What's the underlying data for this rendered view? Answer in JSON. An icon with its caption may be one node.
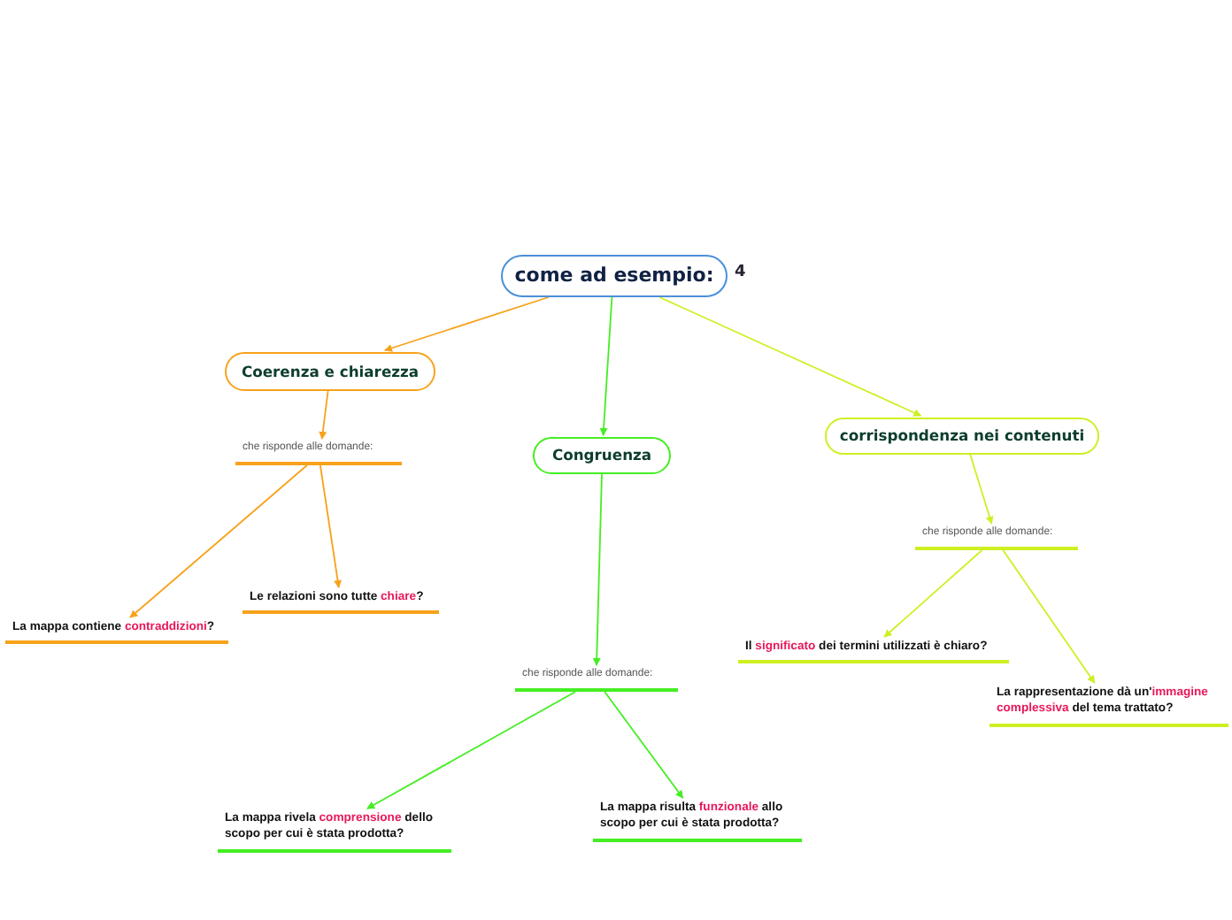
{
  "diagram": {
    "nodes": [
      {
        "text": [
          "come ad esempio:"
        ],
        "beside": [
          "4"
        ]
      },
      {
        "text": [
          "Coerenza e chiarezza"
        ]
      },
      {
        "text": [
          "che risponde alle domande:"
        ]
      },
      {
        "text": [
          "Le relazioni sono tutte **chiare**?"
        ]
      },
      {
        "text": [
          "La mappa contiene **contraddizioni**?"
        ]
      },
      {
        "text": [
          "Congruenza"
        ]
      },
      {
        "text": [
          "che risponde alle domande:"
        ]
      },
      {
        "text": [
          "La mappa rivela **comprensione** dello scopo per cui è stata prodotta?"
        ]
      },
      {
        "text": [
          "La mappa risulta **funzionale** allo scopo per cui è stata prodotta?"
        ]
      },
      {
        "text": [
          "corrispondenza nei contenuti"
        ]
      },
      {
        "text": [
          "che risponde alle domande:"
        ]
      },
      {
        "text": [
          "Il **significato** dei termini utilizzati è chiaro?"
        ]
      },
      {
        "text": [
          "La rappresentazione dà un'**immagine complessiva** del tema trattato?"
        ]
      }
    ],
    "edges": [
      {
        "from": 0,
        "to": 1,
        "arrow": "to",
        "color": "#f7a21b"
      },
      {
        "from": 0,
        "to": 5,
        "arrow": "to",
        "color": "#44ee22"
      },
      {
        "from": 0,
        "to": 9,
        "arrow": "to",
        "color": "#ccf022"
      },
      {
        "from": 1,
        "to": 2,
        "arrow": "to",
        "color": "#f7a21b"
      },
      {
        "from": 2,
        "to": 4,
        "arrow": "to",
        "color": "#f7a21b"
      },
      {
        "from": 2,
        "to": 3,
        "arrow": "to",
        "color": "#f7a21b"
      },
      {
        "from": 5,
        "to": 6,
        "arrow": "to",
        "color": "#44ee22"
      },
      {
        "from": 6,
        "to": 7,
        "arrow": "to",
        "color": "#44ee22"
      },
      {
        "from": 6,
        "to": 8,
        "arrow": "to",
        "color": "#44ee22"
      },
      {
        "from": 9,
        "to": 10,
        "arrow": "to",
        "color": "#ccf022"
      },
      {
        "from": 10,
        "to": 11,
        "arrow": "to",
        "color": "#ccf022"
      },
      {
        "from": 10,
        "to": 12,
        "arrow": "to",
        "color": "#ccf022"
      }
    ]
  }
}
